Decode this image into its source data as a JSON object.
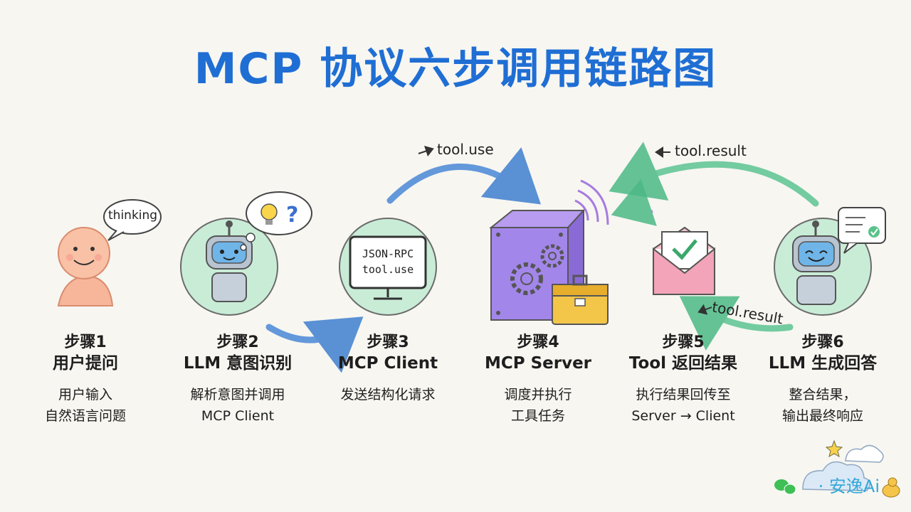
{
  "title": "MCP 协议六步调用链路图",
  "steps": [
    {
      "num": "步骤1",
      "name": "用户提问",
      "desc": [
        "用户输入",
        "自然语言问题"
      ]
    },
    {
      "num": "步骤2",
      "name": "LLM 意图识别",
      "desc": [
        "解析意图并调用",
        "MCP Client"
      ]
    },
    {
      "num": "步骤3",
      "name": "MCP Client",
      "desc": [
        "发送结构化请求",
        ""
      ]
    },
    {
      "num": "步骤4",
      "name": "MCP Server",
      "desc": [
        "调度并执行",
        "工具任务"
      ]
    },
    {
      "num": "步骤5",
      "name": "Tool 返回结果",
      "desc": [
        "执行结果回传至",
        "Server → Client"
      ]
    },
    {
      "num": "步骤6",
      "name": "LLM 生成回答",
      "desc": [
        "整合结果，",
        "输出最终响应"
      ]
    }
  ],
  "arrows": {
    "top_left": "tool.use",
    "top_right": "tool.result",
    "bottom_right": "tool.result"
  },
  "bubble": {
    "thinking": "thinking"
  },
  "monitor": {
    "line1": "JSON-RPC",
    "line2": "tool.use"
  },
  "brand": {
    "text": "· 安逸Ai"
  },
  "colors": {
    "title": "#1f6ed4",
    "blue_arrow": "#4a88d6",
    "green_arrow": "#5cc492",
    "server": "#9b7be0",
    "toolbox": "#f3c64a",
    "envelope": "#f3a4b8"
  },
  "icons": [
    "person-icon",
    "thinking-bubble-icon",
    "robot-icon",
    "lightbulb-icon",
    "question-icon",
    "monitor-icon",
    "server-box-icon",
    "gear-icon",
    "toolbox-icon",
    "wifi-signal-icon",
    "envelope-check-icon",
    "robot-happy-icon",
    "chat-check-icon",
    "wechat-icon",
    "cloud-icon",
    "star-icon",
    "bird-icon"
  ]
}
